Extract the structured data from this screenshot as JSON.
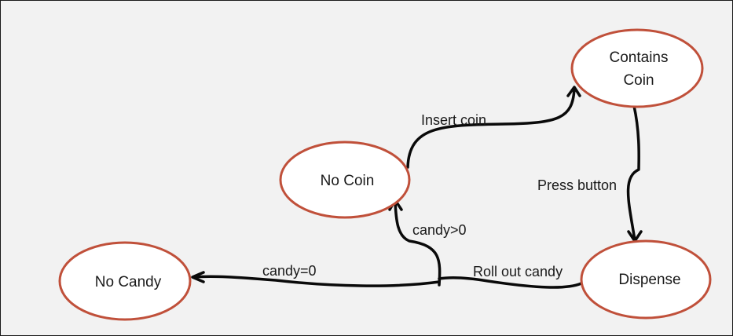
{
  "diagram": {
    "colors": {
      "background": "#f2f2f2",
      "state_border": "#c0503a",
      "state_fill": "#ffffff",
      "edge": "#0a0a0a",
      "text": "#1a1a1a"
    },
    "states": {
      "no_candy": "No Candy",
      "no_coin": "No Coin",
      "contains_coin_line1": "Contains",
      "contains_coin_line2": "Coin",
      "dispense": "Dispense"
    },
    "transitions": {
      "insert_coin": "Insert coin",
      "press_button": "Press button",
      "roll_out_candy": "Roll out candy",
      "candy_gt_0": "candy>0",
      "candy_eq_0": "candy=0"
    }
  }
}
